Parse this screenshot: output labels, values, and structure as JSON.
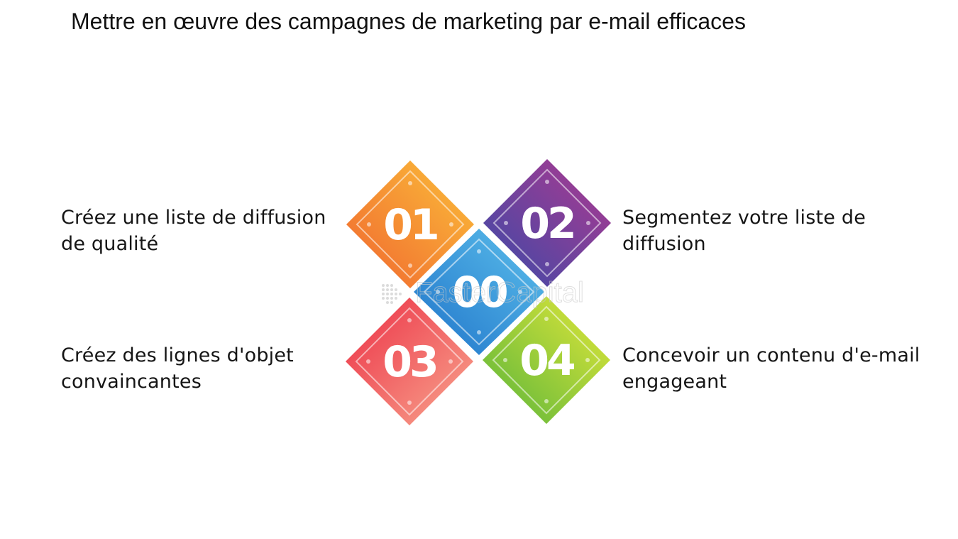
{
  "title": "Mettre en œuvre des campagnes de marketing par e-mail efficaces",
  "steps": [
    {
      "number": "01",
      "label": "Créez une liste de diffusion de qualité",
      "color_start": "#f0652f",
      "color_end": "#fbc03a"
    },
    {
      "number": "02",
      "label": "Segmentez votre liste de diffusion",
      "color_start": "#3a4aa8",
      "color_end": "#b0398f"
    },
    {
      "number": "03",
      "label": "Créez des lignes d'objet convaincantes",
      "color_start": "#ec2f45",
      "color_end": "#f8a78f"
    },
    {
      "number": "04",
      "label": "Concevoir un contenu d'e-mail engageant",
      "color_start": "#58b43a",
      "color_end": "#e4e83a"
    }
  ],
  "center": {
    "number": "00",
    "color_start": "#1f73c9",
    "color_end": "#5cc0ec"
  },
  "watermark": "FasterCapital"
}
